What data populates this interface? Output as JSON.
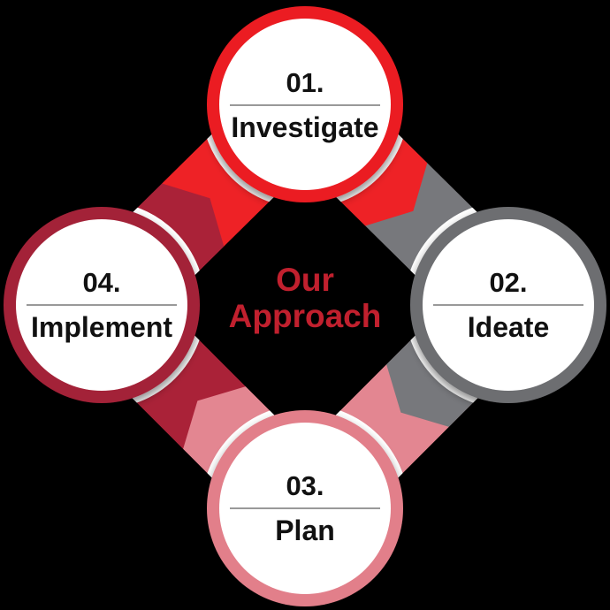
{
  "diagram": {
    "title_line1": "Our",
    "title_line2": "Approach"
  },
  "steps": [
    {
      "number": "01.",
      "label": "Investigate",
      "position": "top",
      "ring_color": "#EB1C23",
      "band_color": "#EE2027"
    },
    {
      "number": "02.",
      "label": "Ideate",
      "position": "right",
      "ring_color": "#6D6E71",
      "band_color": "#77787B"
    },
    {
      "number": "03.",
      "label": "Plan",
      "position": "bottom",
      "ring_color": "#E27F8A",
      "band_color": "#E38691"
    },
    {
      "number": "04.",
      "label": "Implement",
      "position": "left",
      "ring_color": "#A32137",
      "band_color": "#AA2239"
    }
  ],
  "colors": {
    "background": "#000000",
    "circle_fill": "#FFFFFF",
    "title_red": "#C1202E",
    "step_text": "#111111",
    "divider": "#999999"
  }
}
